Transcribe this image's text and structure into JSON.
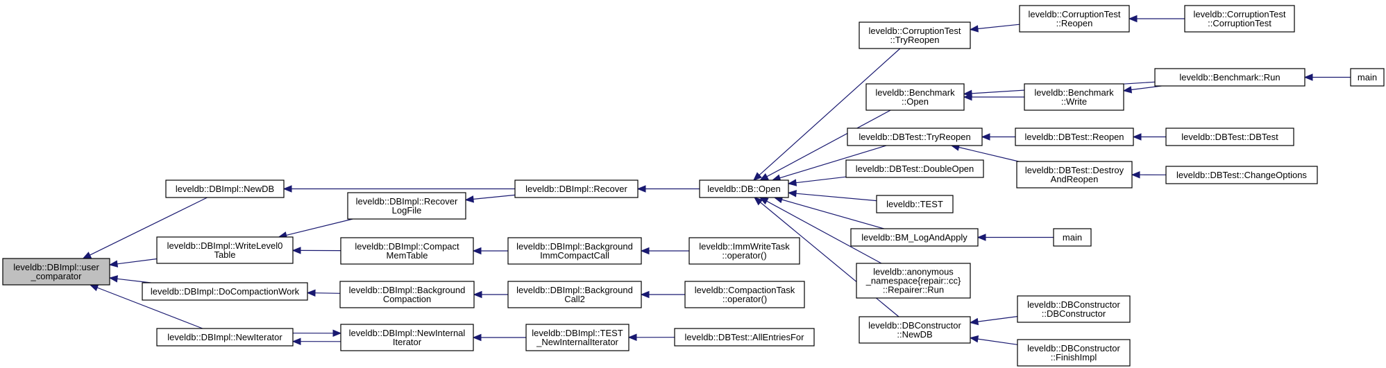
{
  "graph": {
    "colors": {
      "edge": "#191970",
      "focus_fill": "#bfbfbf",
      "node_fill": "#ffffff",
      "node_stroke": "#000000"
    },
    "nodes": [
      {
        "id": "user_comparator",
        "lines": [
          "leveldb::DBImpl::user",
          "_comparator"
        ],
        "focus": true
      },
      {
        "id": "newdb",
        "lines": [
          "leveldb::DBImpl::NewDB"
        ]
      },
      {
        "id": "writelevel0",
        "lines": [
          "leveldb::DBImpl::WriteLevel0",
          "Table"
        ]
      },
      {
        "id": "docompaction",
        "lines": [
          "leveldb::DBImpl::DoCompactionWork"
        ]
      },
      {
        "id": "newiterator",
        "lines": [
          "leveldb::DBImpl::NewIterator"
        ]
      },
      {
        "id": "recoverlogfile",
        "lines": [
          "leveldb::DBImpl::Recover",
          "LogFile"
        ]
      },
      {
        "id": "compactmemtable",
        "lines": [
          "leveldb::DBImpl::Compact",
          "MemTable"
        ]
      },
      {
        "id": "bgcompaction",
        "lines": [
          "leveldb::DBImpl::Background",
          "Compaction"
        ]
      },
      {
        "id": "newinternaliter",
        "lines": [
          "leveldb::DBImpl::NewInternal",
          "Iterator"
        ]
      },
      {
        "id": "recover",
        "lines": [
          "leveldb::DBImpl::Recover"
        ]
      },
      {
        "id": "bgimmcompact",
        "lines": [
          "leveldb::DBImpl::Background",
          "ImmCompactCall"
        ]
      },
      {
        "id": "bgcall2",
        "lines": [
          "leveldb::DBImpl::Background",
          "Call2"
        ]
      },
      {
        "id": "test_newinternal",
        "lines": [
          "leveldb::DBImpl::TEST",
          "_NewInternalIterator"
        ]
      },
      {
        "id": "dbopen",
        "lines": [
          "leveldb::DB::Open"
        ]
      },
      {
        "id": "immwritetask",
        "lines": [
          "leveldb::ImmWriteTask",
          "::operator()"
        ]
      },
      {
        "id": "compactiontask",
        "lines": [
          "leveldb::CompactionTask",
          "::operator()"
        ]
      },
      {
        "id": "allentriesfor",
        "lines": [
          "leveldb::DBTest::AllEntriesFor"
        ]
      },
      {
        "id": "corrtryreopen",
        "lines": [
          "leveldb::CorruptionTest",
          "::TryReopen"
        ]
      },
      {
        "id": "benchopen",
        "lines": [
          "leveldb::Benchmark",
          "::Open"
        ]
      },
      {
        "id": "dbtesttryreopen",
        "lines": [
          "leveldb::DBTest::TryReopen"
        ]
      },
      {
        "id": "doubleopen",
        "lines": [
          "leveldb::DBTest::DoubleOpen"
        ]
      },
      {
        "id": "test",
        "lines": [
          "leveldb::TEST"
        ]
      },
      {
        "id": "bmlogandapply",
        "lines": [
          "leveldb::BM_LogAndApply"
        ]
      },
      {
        "id": "repairerrun",
        "lines": [
          "leveldb::anonymous",
          "_namespace{repair::cc}",
          "::Repairer::Run"
        ]
      },
      {
        "id": "dbcnewdb",
        "lines": [
          "leveldb::DBConstructor",
          "::NewDB"
        ]
      },
      {
        "id": "corrreopen",
        "lines": [
          "leveldb::CorruptionTest",
          "::Reopen"
        ]
      },
      {
        "id": "benchwrite",
        "lines": [
          "leveldb::Benchmark",
          "::Write"
        ]
      },
      {
        "id": "dbtestreopen",
        "lines": [
          "leveldb::DBTest::Reopen"
        ]
      },
      {
        "id": "destroyreopen",
        "lines": [
          "leveldb::DBTest::Destroy",
          "AndReopen"
        ]
      },
      {
        "id": "main1",
        "lines": [
          "main"
        ]
      },
      {
        "id": "dbconstructor",
        "lines": [
          "leveldb::DBConstructor",
          "::DBConstructor"
        ]
      },
      {
        "id": "finishimpl",
        "lines": [
          "leveldb::DBConstructor",
          "::FinishImpl"
        ]
      },
      {
        "id": "corrctor",
        "lines": [
          "leveldb::CorruptionTest",
          "::CorruptionTest"
        ]
      },
      {
        "id": "benchrun",
        "lines": [
          "leveldb::Benchmark::Run"
        ]
      },
      {
        "id": "dbtestctor",
        "lines": [
          "leveldb::DBTest::DBTest"
        ]
      },
      {
        "id": "changeoptions",
        "lines": [
          "leveldb::DBTest::ChangeOptions"
        ]
      },
      {
        "id": "main2",
        "lines": [
          "main"
        ]
      }
    ],
    "edges": [
      {
        "from": "newdb",
        "to": "user_comparator"
      },
      {
        "from": "writelevel0",
        "to": "user_comparator"
      },
      {
        "from": "docompaction",
        "to": "user_comparator"
      },
      {
        "from": "newiterator",
        "to": "user_comparator"
      },
      {
        "from": "recover",
        "to": "newdb"
      },
      {
        "from": "recoverlogfile",
        "to": "writelevel0"
      },
      {
        "from": "compactmemtable",
        "to": "writelevel0"
      },
      {
        "from": "bgcompaction",
        "to": "docompaction"
      },
      {
        "from": "newinternaliter",
        "to": "newiterator"
      },
      {
        "from": "newiterator",
        "to": "newinternaliter"
      },
      {
        "from": "recover",
        "to": "recoverlogfile"
      },
      {
        "from": "bgimmcompact",
        "to": "compactmemtable"
      },
      {
        "from": "bgcall2",
        "to": "bgcompaction"
      },
      {
        "from": "test_newinternal",
        "to": "newinternaliter"
      },
      {
        "from": "dbopen",
        "to": "recover"
      },
      {
        "from": "immwritetask",
        "to": "bgimmcompact"
      },
      {
        "from": "compactiontask",
        "to": "bgcall2"
      },
      {
        "from": "allentriesfor",
        "to": "test_newinternal"
      },
      {
        "from": "corrtryreopen",
        "to": "dbopen"
      },
      {
        "from": "benchopen",
        "to": "dbopen"
      },
      {
        "from": "dbtesttryreopen",
        "to": "dbopen"
      },
      {
        "from": "doubleopen",
        "to": "dbopen"
      },
      {
        "from": "test",
        "to": "dbopen"
      },
      {
        "from": "bmlogandapply",
        "to": "dbopen"
      },
      {
        "from": "repairerrun",
        "to": "dbopen"
      },
      {
        "from": "dbcnewdb",
        "to": "dbopen"
      },
      {
        "from": "corrreopen",
        "to": "corrtryreopen"
      },
      {
        "from": "corrctor",
        "to": "corrreopen"
      },
      {
        "from": "benchrun",
        "to": "benchopen"
      },
      {
        "from": "benchwrite",
        "to": "benchopen"
      },
      {
        "from": "benchrun",
        "to": "benchwrite"
      },
      {
        "from": "main1",
        "to": "benchrun"
      },
      {
        "from": "dbtestreopen",
        "to": "dbtesttryreopen"
      },
      {
        "from": "destroyreopen",
        "to": "dbtesttryreopen"
      },
      {
        "from": "dbtestctor",
        "to": "dbtestreopen"
      },
      {
        "from": "changeoptions",
        "to": "destroyreopen"
      },
      {
        "from": "main2",
        "to": "bmlogandapply"
      },
      {
        "from": "dbconstructor",
        "to": "dbcnewdb"
      },
      {
        "from": "finishimpl",
        "to": "dbcnewdb"
      }
    ]
  }
}
